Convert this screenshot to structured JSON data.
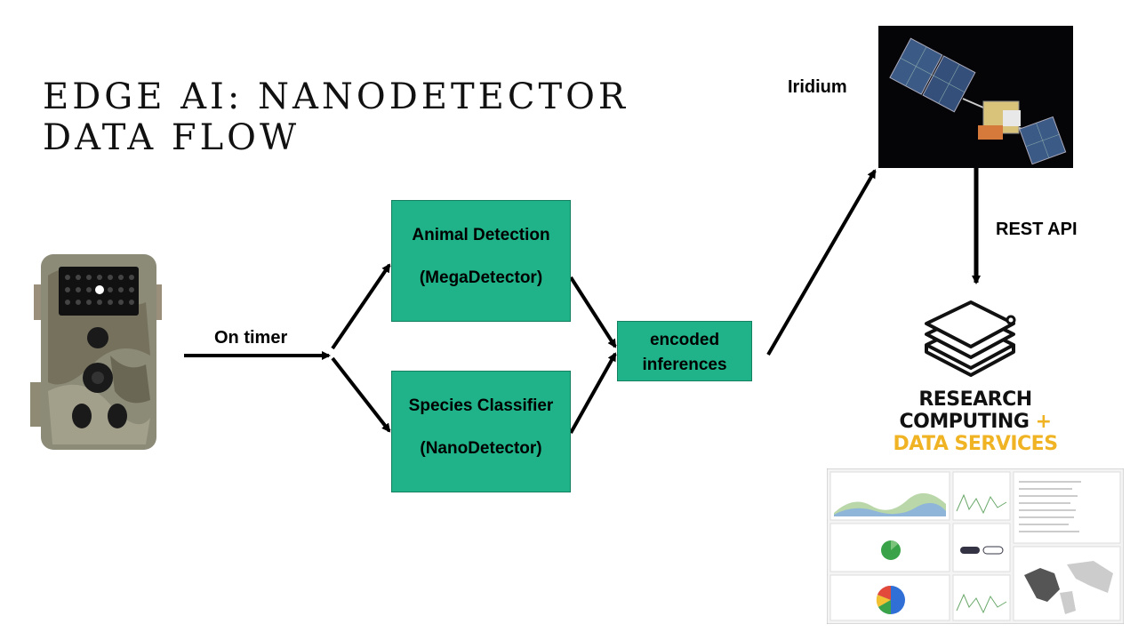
{
  "title": "EDGE AI:  NANODETECTOR DATA FLOW",
  "boxes": {
    "animal": {
      "line1": "Animal Detection",
      "line2": "(MegaDetector)"
    },
    "species": {
      "line1": "Species Classifier",
      "line2": "(NanoDetector)"
    },
    "encoded": {
      "line1": "encoded",
      "line2": "inferences"
    }
  },
  "labels": {
    "timer": "On timer",
    "iridium": "Iridium",
    "rest": "REST API"
  },
  "logo": {
    "line1": "RESEARCH",
    "line2": "COMPUTING",
    "plus": "+",
    "line3": "DATA SERVICES"
  },
  "colors": {
    "box_fill": "#20b389",
    "logo_accent": "#f0b323"
  },
  "icons": {
    "camera": "trail-camera-image",
    "satellite": "satellite-image",
    "logo": "stacked-layers-logo",
    "dashboard": "dashboard-screenshot"
  }
}
